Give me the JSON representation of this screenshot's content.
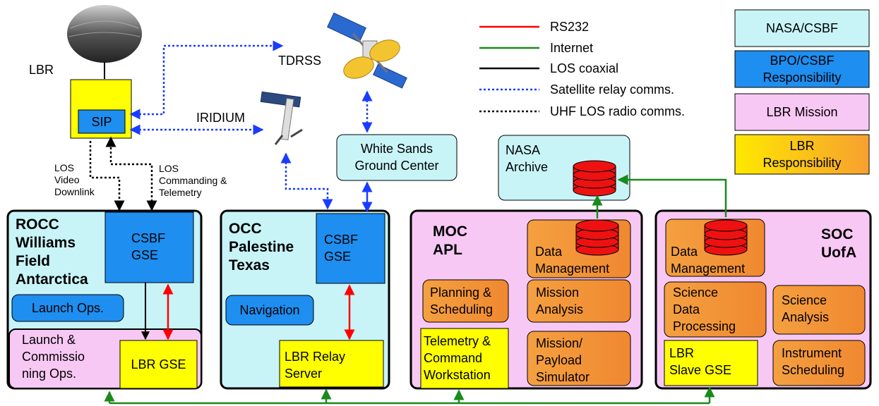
{
  "balloon_label": "LBR",
  "sip_label": "SIP",
  "tdrss_label": "TDRSS",
  "iridium_label": "IRIDIUM",
  "white_sands_label": "White Sands\nGround Center",
  "nasa_archive_label": "NASA\nArchive",
  "link_labels": {
    "video_downlink": "LOS\nVideo\nDownlink",
    "commanding": "LOS\nCommanding &\nTelemetry"
  },
  "legend": {
    "lines": [
      {
        "label": "RS232",
        "color": "#ff0000",
        "style": "solid"
      },
      {
        "label": "Internet",
        "color": "#1a8a1a",
        "style": "solid"
      },
      {
        "label": "LOS coaxial",
        "color": "#000000",
        "style": "solid"
      },
      {
        "label": "Satellite relay comms.",
        "color": "#1a3cff",
        "style": "dotted"
      },
      {
        "label": "UHF LOS radio comms.",
        "color": "#000000",
        "style": "dotted"
      }
    ],
    "responsibility": [
      {
        "label": "NASA/CSBF",
        "color": "#c8f4f8"
      },
      {
        "label": "BPO/CSBF\nResponsibility",
        "color": "#1e8ef0"
      },
      {
        "label": "LBR Mission",
        "color": "#f8c8f4"
      },
      {
        "label": "LBR\nResponsibility",
        "color": "#ffd700"
      }
    ]
  },
  "rocc": {
    "title": "ROCC\nWilliams\nField\nAntarctica",
    "csbf_gse": "CSBF\nGSE",
    "launch_ops": "Launch Ops.",
    "launch_commissioning": "Launch &\nCommissio\nning Ops.",
    "lbr_gse": "LBR GSE"
  },
  "occ": {
    "title": "OCC\nPalestine\nTexas",
    "csbf_gse": "CSBF\nGSE",
    "navigation": "Navigation",
    "relay_server": "LBR Relay\nServer"
  },
  "moc": {
    "title": "MOC\nAPL",
    "data_management": "Data\nManagement",
    "planning": "Planning &\nScheduling",
    "mission_analysis": "Mission\nAnalysis",
    "telemetry_workstation": "Telemetry &\nCommand\nWorkstation",
    "payload_simulator": "Mission/\nPayload\nSimulator"
  },
  "soc": {
    "title": "SOC\nUofA",
    "data_management": "Data\nManagement",
    "science_processing": "Science\nData\nProcessing",
    "science_analysis": "Science\nAnalysis",
    "slave_gse": "LBR\nSlave GSE",
    "instrument_scheduling": "Instrument\nScheduling"
  },
  "colors": {
    "nasa_csbf": "#c8f4f8",
    "bpo_csbf": "#1e8ef0",
    "lbr_mission": "#f8c8f4",
    "lbr_yellow": "#ffff00",
    "orange": "#f4a040",
    "internet": "#1a8a1a",
    "rs232": "#ff0000",
    "satellite": "#1a3cff",
    "db_red": "#ee1111"
  }
}
